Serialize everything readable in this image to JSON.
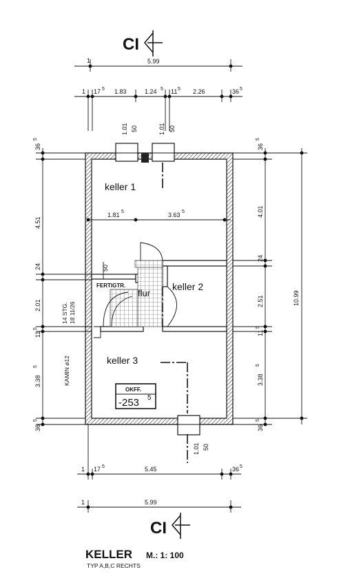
{
  "section": {
    "label": "CI"
  },
  "title": {
    "main": "KELLER",
    "scale": "M.: 1: 100",
    "subtitle": "TYP A,B,C RECHTS"
  },
  "rooms": {
    "keller1": "keller 1",
    "keller2": "keller 2",
    "keller3": "keller 3",
    "flur": "flur",
    "fertigtr": "FERTIGTR."
  },
  "okff": {
    "label": "OKFF.",
    "value": "-253",
    "sup": "5"
  },
  "stair": {
    "line1": "14 STG.",
    "line2": "18 11/26"
  },
  "kamin": "KAMIN ø12",
  "dimensions": {
    "top_total": "5.99",
    "top_chain": {
      "d1": "1",
      "d2": "17",
      "d2s": "5",
      "d3": "1.83",
      "d4": "1.24",
      "d4s": "5",
      "d5": "11",
      "d5s": "5",
      "d6": "2.26",
      "d7": "36",
      "d7s": "5"
    },
    "window_left": {
      "w": "1.01",
      "h": "50"
    },
    "window_right": {
      "w": "1.01",
      "h": "50"
    },
    "inner_left": "1.81",
    "inner_left_s": "5",
    "inner_right": "3.63",
    "inner_right_s": "5",
    "left_chain": {
      "a": "36",
      "as": "5",
      "b": "4.51",
      "c": "24",
      "d": "2.01",
      "e": "11",
      "es": "5",
      "f": "3.38",
      "fs": "5",
      "g": "36",
      "gs": "5"
    },
    "right_chain": {
      "a": "36",
      "as": "5",
      "b": "4.01",
      "c": "24",
      "d": "2.51",
      "e": "11",
      "es": "5",
      "f": "3.38",
      "fs": "5",
      "g": "36",
      "gs": "5"
    },
    "right_total": "10.99",
    "door_small": "50",
    "window_bottom": {
      "w": "1.01",
      "h": "50"
    },
    "bottom_chain": {
      "a": "1",
      "b": "17",
      "bs": "5",
      "c": "5.45",
      "d": "36",
      "ds": "5"
    },
    "bottom_total": {
      "a": "1",
      "b": "5.99"
    }
  }
}
